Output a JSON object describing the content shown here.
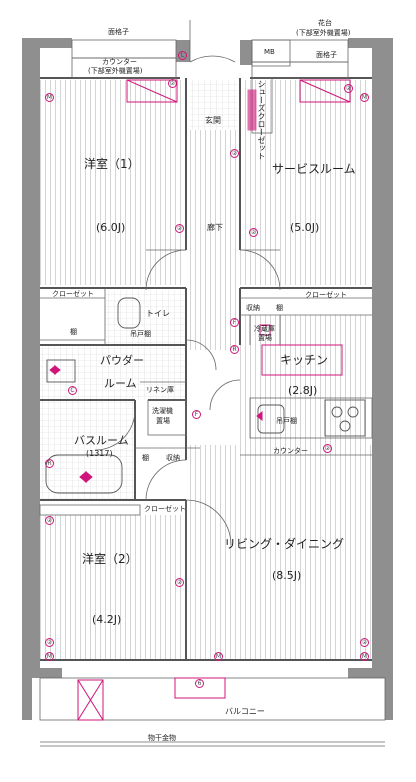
{
  "rooms": {
    "western1_name": "洋室（1）",
    "western1_size": "(6.0J)",
    "service_room_name": "サービスルーム",
    "service_room_size": "(5.0J)",
    "western2_name": "洋室（2）",
    "western2_size": "(4.2J)",
    "kitchen_name": "キッチン",
    "kitchen_size": "(2.8J)",
    "ldk_name": "リビング・ダイニング",
    "ldk_size": "(8.5J)",
    "bathroom_name": "バスルーム",
    "bathroom_size": "(1317)",
    "powder_name_1": "パウダー",
    "powder_name_2": "ルーム",
    "toilet": "トイレ",
    "entrance": "玄関",
    "hallway": "廊下",
    "balcony": "バルコニー"
  },
  "labels": {
    "window_grille_left": "面格子",
    "window_grille_right": "面格子",
    "flower_stand_1": "花台",
    "flower_stand_2": "(下部室外機置場)",
    "counter_top_1": "カウンター",
    "counter_top_2": "(下部室外機置場)",
    "mb": "MB",
    "shoe_closet": "シューズクローゼット",
    "closet_left": "クローゼット",
    "closet_right": "クローゼット",
    "closet_bottom": "クローゼット",
    "shelf_1": "棚",
    "hanging_shelf_toilet": "吊戸棚",
    "storage_1": "収納",
    "shelf_2": "棚",
    "fridge_1": "冷蔵庫",
    "fridge_2": "置場",
    "linen": "リネン庫",
    "washer_1": "洗濯機",
    "washer_2": "置場",
    "hanging_shelf_kitchen": "吊戸棚",
    "counter": "カウンター",
    "shelf_3": "棚",
    "storage_2": "収納",
    "clothes_rail": "物干金物"
  },
  "symbols": {
    "c2": "②",
    "d2": "②",
    "b6": "6",
    "M": "M",
    "R": "R",
    "C": "C",
    "F": "F",
    "L": "L"
  },
  "colors": {
    "wall": "#8f8f8f",
    "line": "#555555",
    "hatch": "#c8c8c8",
    "magenta": "#d0157a"
  }
}
